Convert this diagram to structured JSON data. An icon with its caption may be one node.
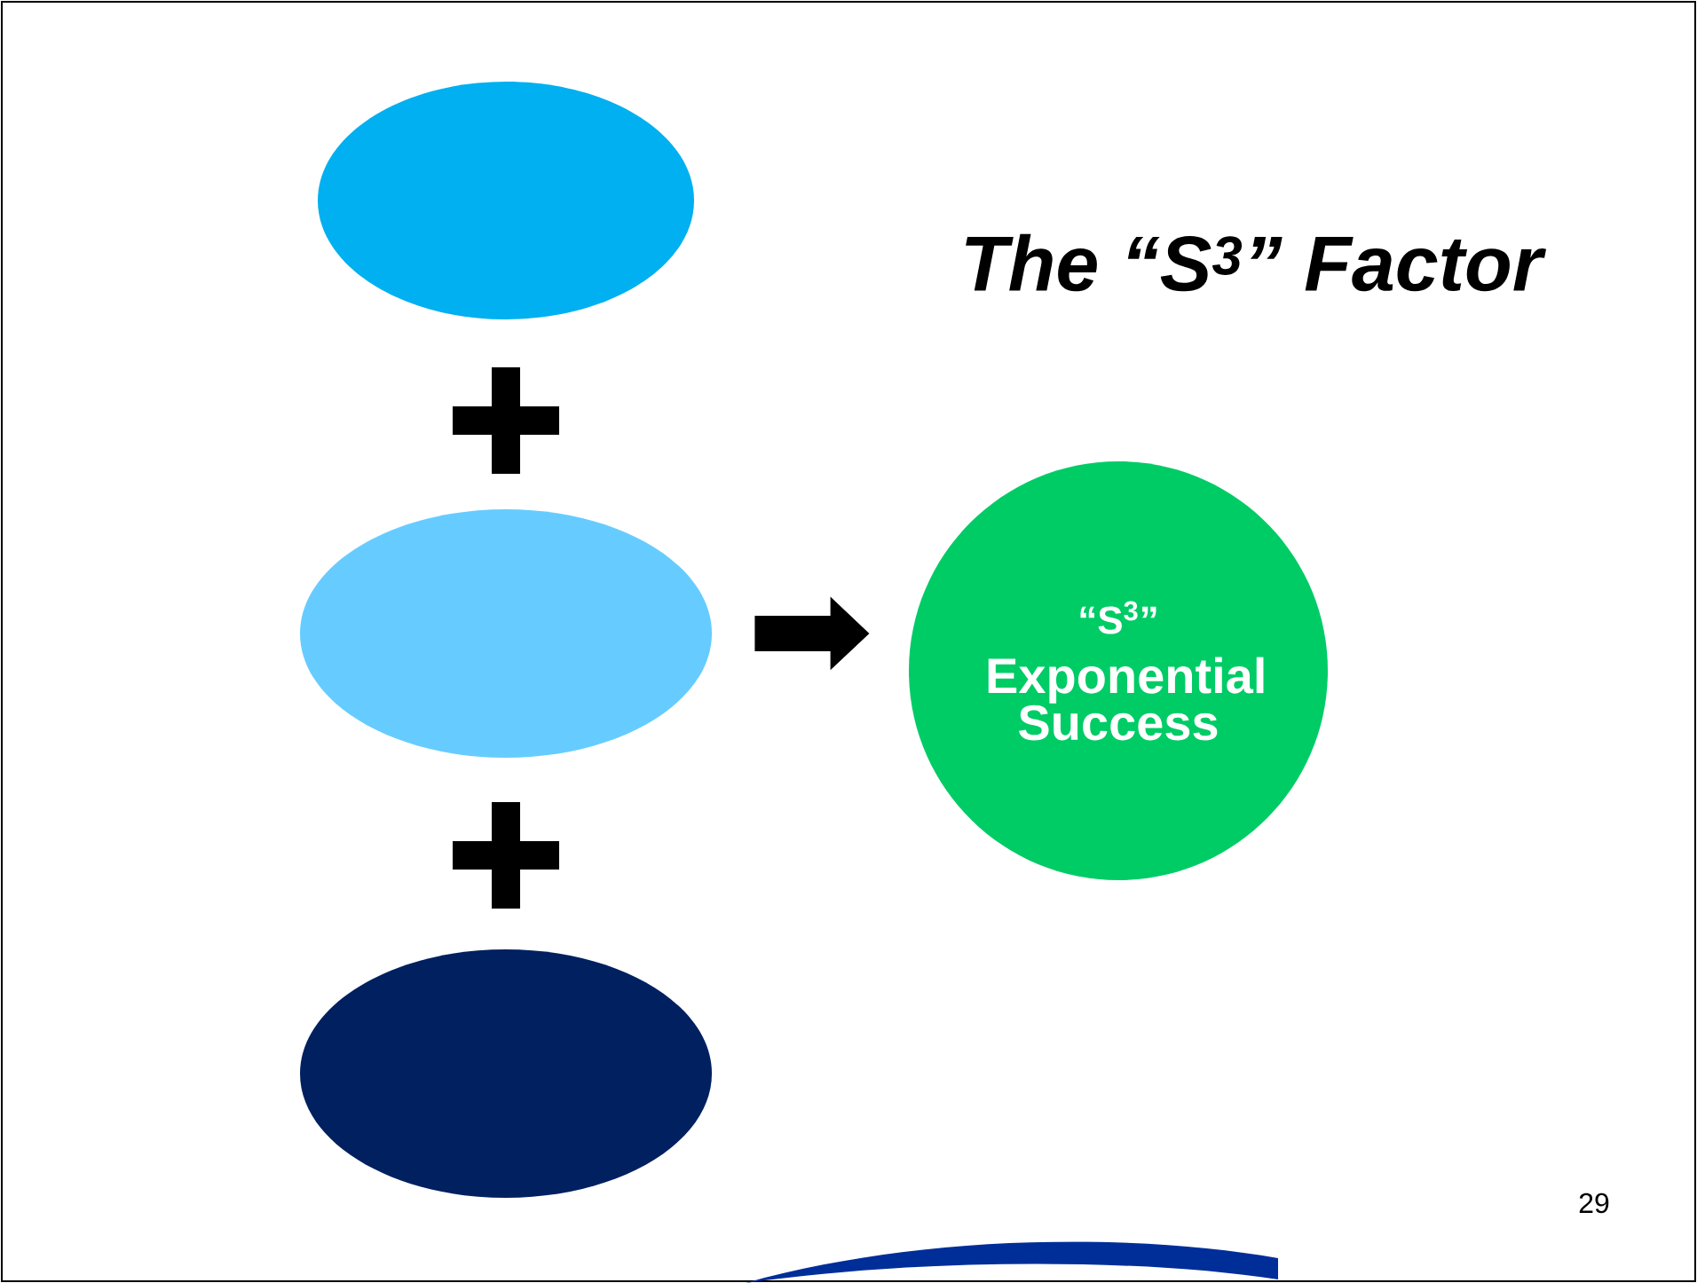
{
  "diagram": {
    "title": "The “S$^{3}$” Factor",
    "nodes": [
      {
        "text": [],
        "shape": "ellipse"
      },
      {
        "text": [],
        "shape": "ellipse"
      },
      {
        "text": [],
        "shape": "ellipse"
      },
      {
        "text": [
          "“S$^{3}$”",
          "Exponential Success"
        ]
      }
    ],
    "edges": [
      {
        "from": 1,
        "to": 3,
        "arrow": "to"
      }
    ],
    "labels": [
      "29"
    ]
  }
}
